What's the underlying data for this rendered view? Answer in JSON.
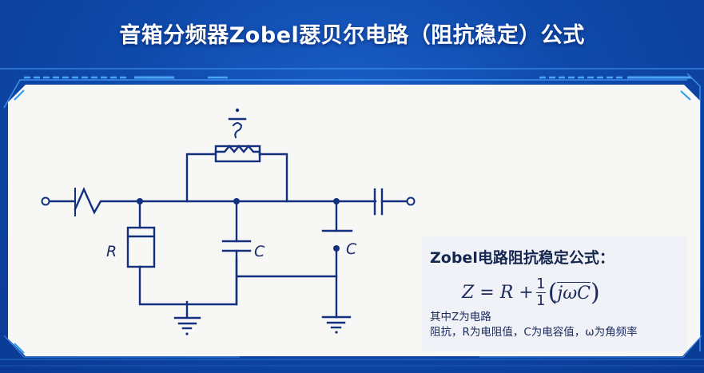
{
  "title": "音箱分频器Zobel瑟贝尔电路（阻抗稳定）公式",
  "colors": {
    "background": "#0f4aab",
    "panel": "#f7f7f5",
    "circuit_line": "#12307e",
    "accent_line": "#2a9bf0",
    "formula_text": "#15264f"
  },
  "circuit": {
    "labels": {
      "resistor": "R",
      "capacitor_1": "C",
      "capacitor_2": "C"
    },
    "components": [
      "input-terminal",
      "series-inductor",
      "shunt-resistor-R",
      "variable-resistor-bridge",
      "shunt-capacitor-C",
      "shunt-capacitor-C-2",
      "series-capacitor",
      "output-terminal",
      "ground-symbols"
    ]
  },
  "formula": {
    "heading": "Zobel电路阻抗稳定公式：",
    "lhs": "Z = R +",
    "frac_num": "1",
    "frac_den": "1",
    "paren_open": "(",
    "paren_content": "jωC",
    "paren_close": ")",
    "desc_line1": "其中Z为电路",
    "desc_line2": "阻抗，R为电阻值，C为电容值，ω为角频率"
  }
}
